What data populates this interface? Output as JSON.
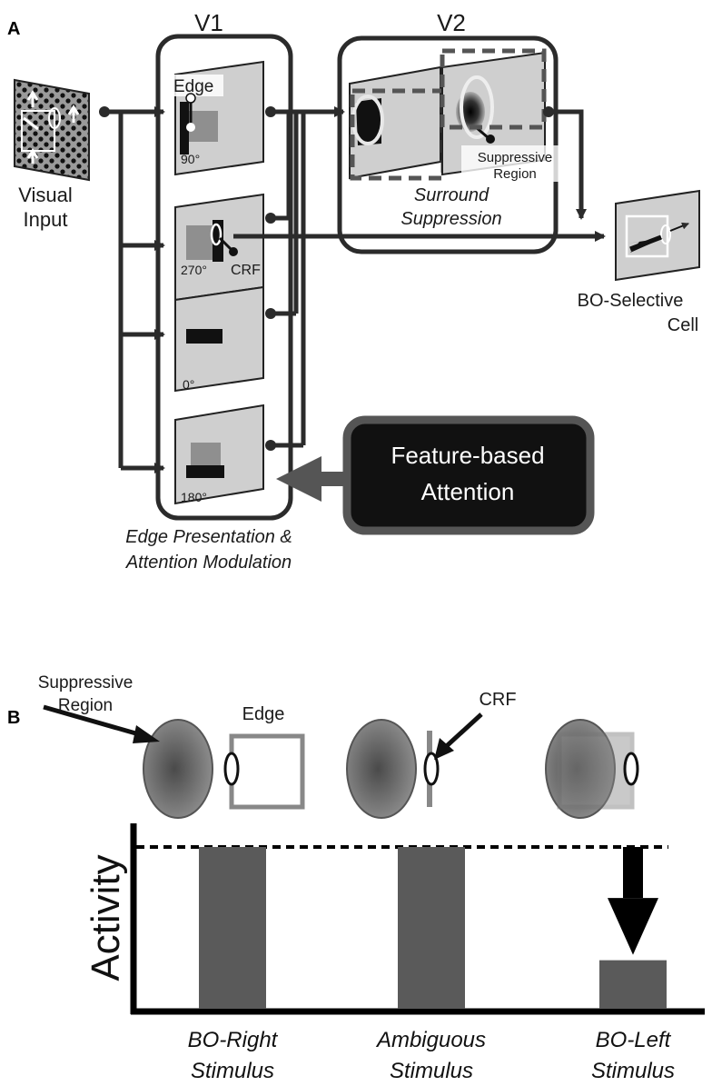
{
  "panel_a": {
    "letter": "A",
    "v1_title": "V1",
    "v2_title": "V2",
    "visual_input": [
      "Visual",
      "Input"
    ],
    "edge_label": "Edge",
    "crf_label": "CRF",
    "orientations": [
      "90°",
      "270°",
      "0°",
      "180°"
    ],
    "suppressive_region": [
      "Suppressive",
      "Region"
    ],
    "surround_suppression": [
      "Surround",
      "Suppression"
    ],
    "bo_cell": [
      "BO-Selective",
      "Cell"
    ],
    "attention": [
      "Feature-based",
      "Attention"
    ],
    "v1_caption": [
      "Edge Presentation &",
      "Attention Modulation"
    ]
  },
  "panel_b": {
    "letter": "B",
    "suppressive_region": [
      "Suppressive",
      "Region"
    ],
    "edge_label": "Edge",
    "crf_label": "CRF",
    "ylabel": "Activity"
  },
  "chart_data": {
    "type": "bar",
    "categories": [
      [
        "BO-Right",
        "Stimulus"
      ],
      [
        "Ambiguous",
        "Stimulus"
      ],
      [
        "BO-Left",
        "Stimulus"
      ]
    ],
    "values": [
      1.0,
      1.0,
      0.3
    ],
    "reference_line": 1.0,
    "ylim": [
      0,
      1.05
    ],
    "ylabel": "Activity",
    "bar_color": "#5a5a5a"
  }
}
